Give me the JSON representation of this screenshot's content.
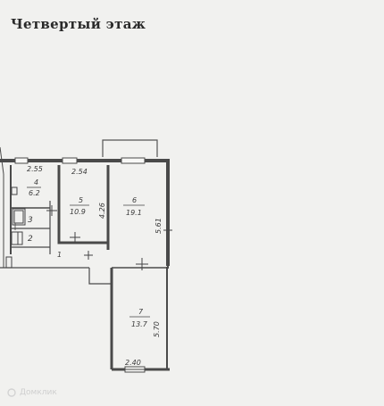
{
  "title": "Четвертый этаж",
  "watermark": "Домклик",
  "dimensions": {
    "d255": "2.55",
    "d254": "2.54",
    "d426": "4.26",
    "d561": "5.61",
    "d570": "5.70",
    "d240": "2.40"
  },
  "rooms": {
    "r4": {
      "num": "4",
      "area": "6.2"
    },
    "r5": {
      "num": "5",
      "area": "10.9"
    },
    "r6": {
      "num": "6",
      "area": "19.1"
    },
    "r7": {
      "num": "7",
      "area": "13.7"
    },
    "r3": {
      "num": "3"
    },
    "r2": {
      "num": "2"
    },
    "r1": {
      "num": "1"
    }
  },
  "colors": {
    "ink": "#3a3a3a",
    "wall": "#4a4a4a",
    "paper": "#f1f1ef"
  }
}
